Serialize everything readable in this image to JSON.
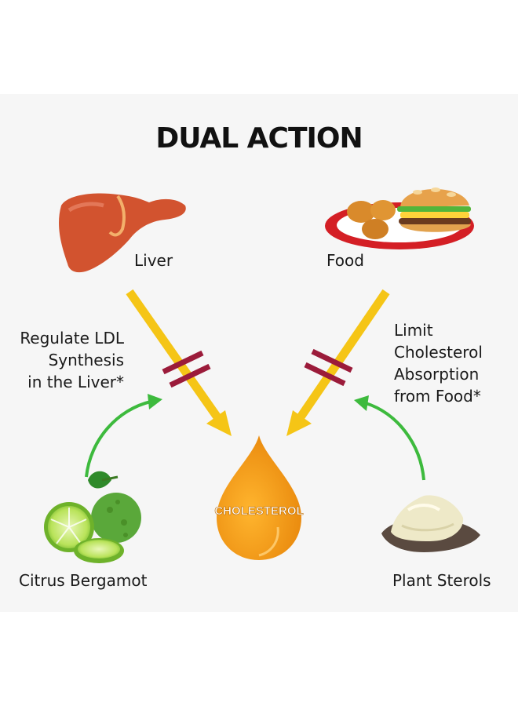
{
  "title": "DUAL ACTION",
  "sources": {
    "liver": "Liver",
    "food": "Food"
  },
  "actions": {
    "left": [
      "Regulate LDL",
      "Synthesis",
      "in the Liver*"
    ],
    "right": [
      "Limit",
      "Cholesterol",
      "Absorption",
      "from Food*"
    ]
  },
  "ingredients": {
    "left": "Citrus Bergamot",
    "right": "Plant Sterols"
  },
  "center": "CHOLESTEROL",
  "colors": {
    "background_panel": "#f6f6f6",
    "arrow_yellow": "#f5c516",
    "block_bar": "#9b1b3a",
    "green_arrow": "#3dba3d",
    "drop_orange": "#f39a12"
  },
  "icons": [
    "liver-icon",
    "food-plate-icon",
    "cholesterol-drop-icon",
    "bergamot-icon",
    "plant-sterols-icon"
  ]
}
